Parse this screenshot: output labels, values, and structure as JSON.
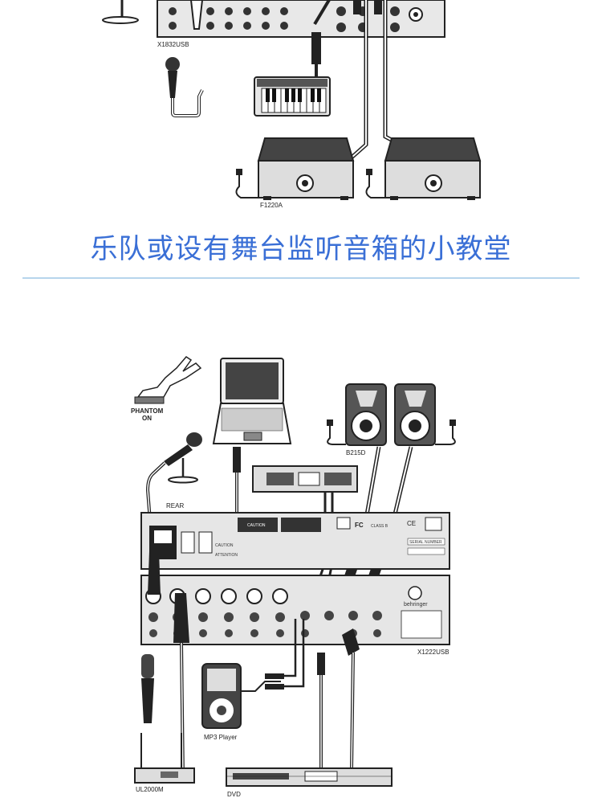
{
  "section": {
    "title": "乐队或设有舞台监听音箱的小教堂",
    "accent_color": "#3a6fd6",
    "divider_color": "#9fc7e6"
  },
  "top_diagram": {
    "mixer_label": "X1832USB",
    "monitor_label": "F1220A"
  },
  "bottom_diagram": {
    "phantom_label_line1": "PHANTOM",
    "phantom_label_line2": "ON",
    "speaker_label": "B215D",
    "rear_label": "REAR",
    "mixer_label": "X1222USB",
    "brand_label": "behringer",
    "mp3_label": "MP3 Player",
    "wireless_label": "UL2000M",
    "dvd_label": "DVD",
    "panel_texts": {
      "caution": "CAUTION",
      "attention": "ATTENTION",
      "fc": "FC",
      "class": "CLASS B",
      "ce": "CE",
      "serial": "SERIAL NUMBER"
    }
  }
}
